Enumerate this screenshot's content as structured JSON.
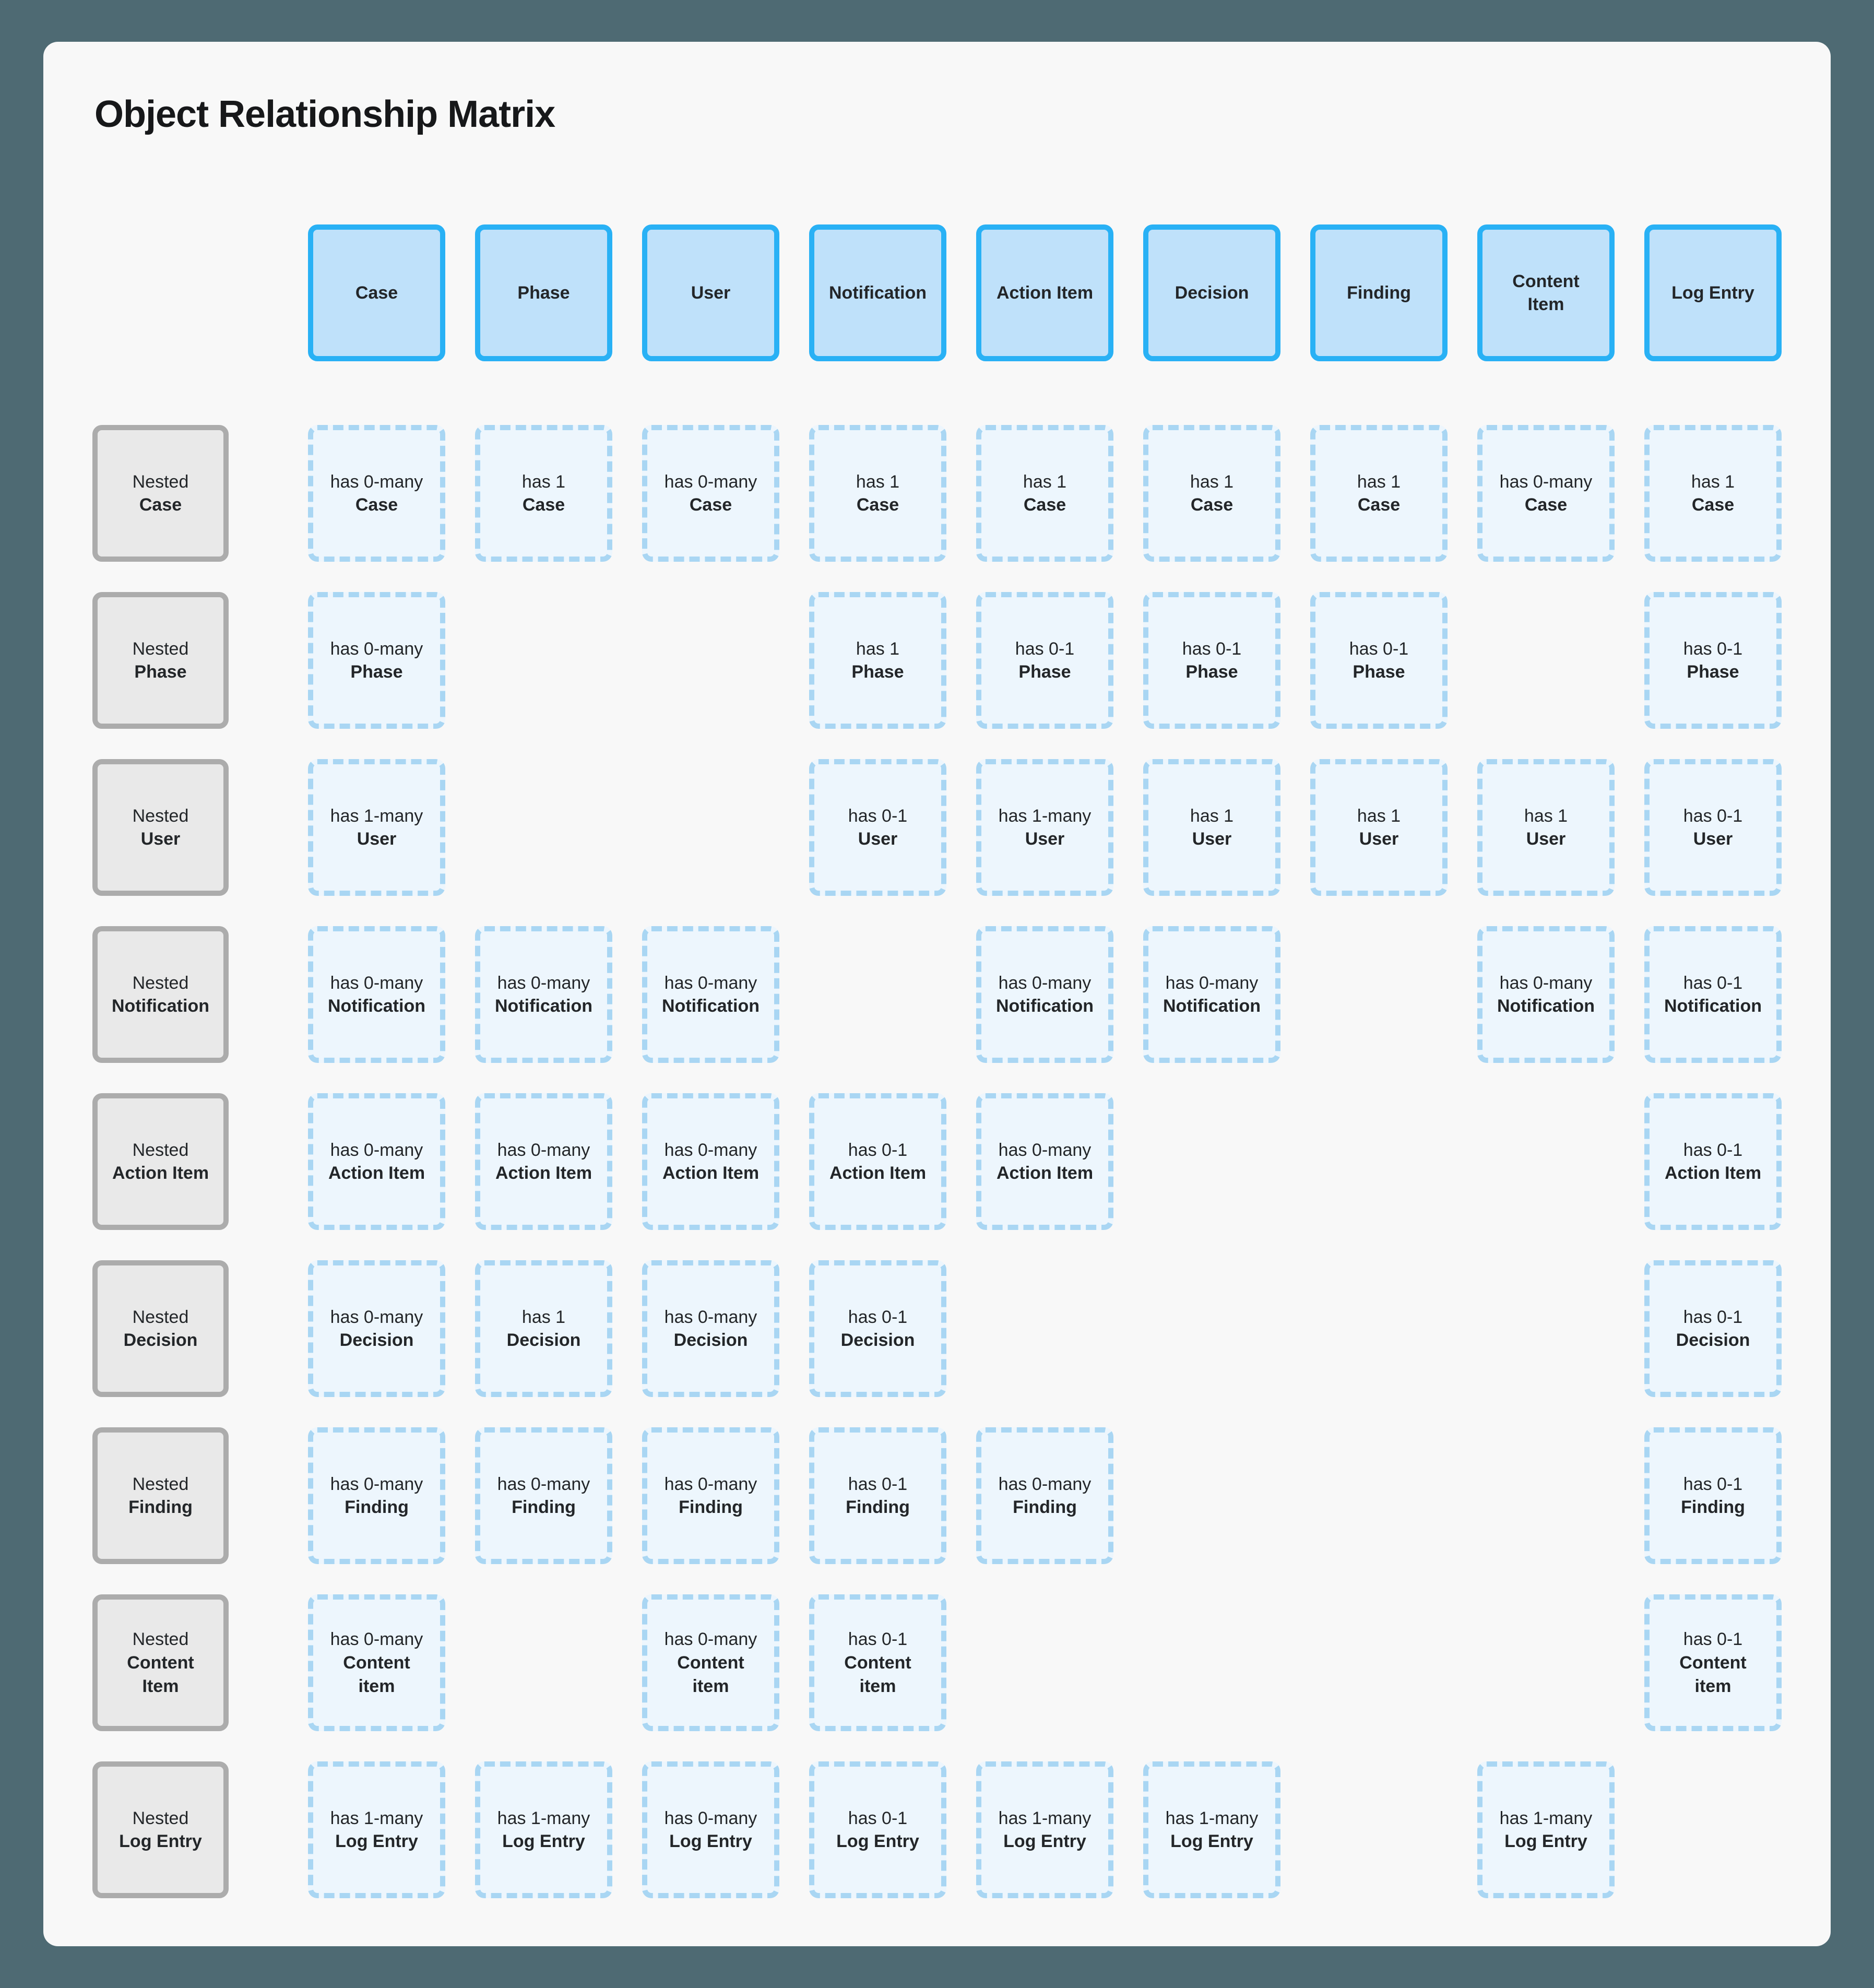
{
  "title": "Object Relationship Matrix",
  "colors": {
    "page_background": "#4e6a73",
    "card_background": "#f8f8f8",
    "object_header_fill": "#bfe1fa",
    "object_header_border": "#29b1f5",
    "nested_header_fill": "#e9e9e9",
    "nested_header_border": "#acacac",
    "cell_fill": "#edf6fd",
    "cell_border": "#a9d6f3",
    "text": "#232629"
  },
  "columns": [
    "Case",
    "Phase",
    "User",
    "Notification",
    "Action Item",
    "Decision",
    "Finding",
    "Content Item",
    "Log Entry"
  ],
  "row_header_prefix": "Nested",
  "rows": [
    {
      "header": {
        "prefix": "Nested",
        "name": "Case"
      },
      "cells": [
        {
          "qty": "has 0-many",
          "name": "Case"
        },
        {
          "qty": "has 1",
          "name": "Case"
        },
        {
          "qty": "has 0-many",
          "name": "Case"
        },
        {
          "qty": "has 1",
          "name": "Case"
        },
        {
          "qty": "has 1",
          "name": "Case"
        },
        {
          "qty": "has 1",
          "name": "Case"
        },
        {
          "qty": "has 1",
          "name": "Case"
        },
        {
          "qty": "has 0-many",
          "name": "Case"
        },
        {
          "qty": "has 1",
          "name": "Case"
        }
      ]
    },
    {
      "header": {
        "prefix": "Nested",
        "name": "Phase"
      },
      "cells": [
        {
          "qty": "has 0-many",
          "name": "Phase"
        },
        null,
        null,
        {
          "qty": "has 1",
          "name": "Phase"
        },
        {
          "qty": "has 0-1",
          "name": "Phase"
        },
        {
          "qty": "has 0-1",
          "name": "Phase"
        },
        {
          "qty": "has 0-1",
          "name": "Phase"
        },
        null,
        {
          "qty": "has 0-1",
          "name": "Phase"
        }
      ]
    },
    {
      "header": {
        "prefix": "Nested",
        "name": "User"
      },
      "cells": [
        {
          "qty": "has 1-many",
          "name": "User"
        },
        null,
        null,
        {
          "qty": "has 0-1",
          "name": "User"
        },
        {
          "qty": "has 1-many",
          "name": "User"
        },
        {
          "qty": "has 1",
          "name": "User"
        },
        {
          "qty": "has 1",
          "name": "User"
        },
        {
          "qty": "has 1",
          "name": "User"
        },
        {
          "qty": "has 0-1",
          "name": "User"
        }
      ]
    },
    {
      "header": {
        "prefix": "Nested",
        "name": "Notification"
      },
      "cells": [
        {
          "qty": "has 0-many",
          "name": "Notification"
        },
        {
          "qty": "has 0-many",
          "name": "Notification"
        },
        {
          "qty": "has 0-many",
          "name": "Notification"
        },
        null,
        {
          "qty": "has 0-many",
          "name": "Notification"
        },
        {
          "qty": "has 0-many",
          "name": "Notification"
        },
        null,
        {
          "qty": "has 0-many",
          "name": "Notification"
        },
        {
          "qty": "has 0-1",
          "name": "Notification"
        }
      ]
    },
    {
      "header": {
        "prefix": "Nested",
        "name": "Action Item"
      },
      "cells": [
        {
          "qty": "has 0-many",
          "name": "Action Item"
        },
        {
          "qty": "has 0-many",
          "name": "Action Item"
        },
        {
          "qty": "has 0-many",
          "name": "Action Item"
        },
        {
          "qty": "has 0-1",
          "name": "Action Item"
        },
        {
          "qty": "has 0-many",
          "name": "Action Item"
        },
        null,
        null,
        null,
        {
          "qty": "has 0-1",
          "name": "Action Item"
        }
      ]
    },
    {
      "header": {
        "prefix": "Nested",
        "name": "Decision"
      },
      "cells": [
        {
          "qty": "has 0-many",
          "name": "Decision"
        },
        {
          "qty": "has 1",
          "name": "Decision"
        },
        {
          "qty": "has 0-many",
          "name": "Decision"
        },
        {
          "qty": "has 0-1",
          "name": "Decision"
        },
        null,
        null,
        null,
        null,
        {
          "qty": "has 0-1",
          "name": "Decision"
        }
      ]
    },
    {
      "header": {
        "prefix": "Nested",
        "name": "Finding"
      },
      "cells": [
        {
          "qty": "has 0-many",
          "name": "Finding"
        },
        {
          "qty": "has 0-many",
          "name": "Finding"
        },
        {
          "qty": "has 0-many",
          "name": "Finding"
        },
        {
          "qty": "has 0-1",
          "name": "Finding"
        },
        {
          "qty": "has 0-many",
          "name": "Finding"
        },
        null,
        null,
        null,
        {
          "qty": "has 0-1",
          "name": "Finding"
        }
      ]
    },
    {
      "header": {
        "prefix": "Nested",
        "name": "Content Item"
      },
      "cells": [
        {
          "qty": "has 0-many",
          "name": "Content item"
        },
        null,
        {
          "qty": "has 0-many",
          "name": "Content item"
        },
        {
          "qty": "has 0-1",
          "name": "Content item"
        },
        null,
        null,
        null,
        null,
        {
          "qty": "has 0-1",
          "name": "Content item"
        }
      ]
    },
    {
      "header": {
        "prefix": "Nested",
        "name": "Log Entry"
      },
      "cells": [
        {
          "qty": "has 1-many",
          "name": "Log Entry"
        },
        {
          "qty": "has 1-many",
          "name": "Log Entry"
        },
        {
          "qty": "has 0-many",
          "name": "Log Entry"
        },
        {
          "qty": "has 0-1",
          "name": "Log Entry"
        },
        {
          "qty": "has 1-many",
          "name": "Log Entry"
        },
        {
          "qty": "has 1-many",
          "name": "Log Entry"
        },
        null,
        {
          "qty": "has 1-many",
          "name": "Log Entry"
        },
        null
      ]
    }
  ]
}
